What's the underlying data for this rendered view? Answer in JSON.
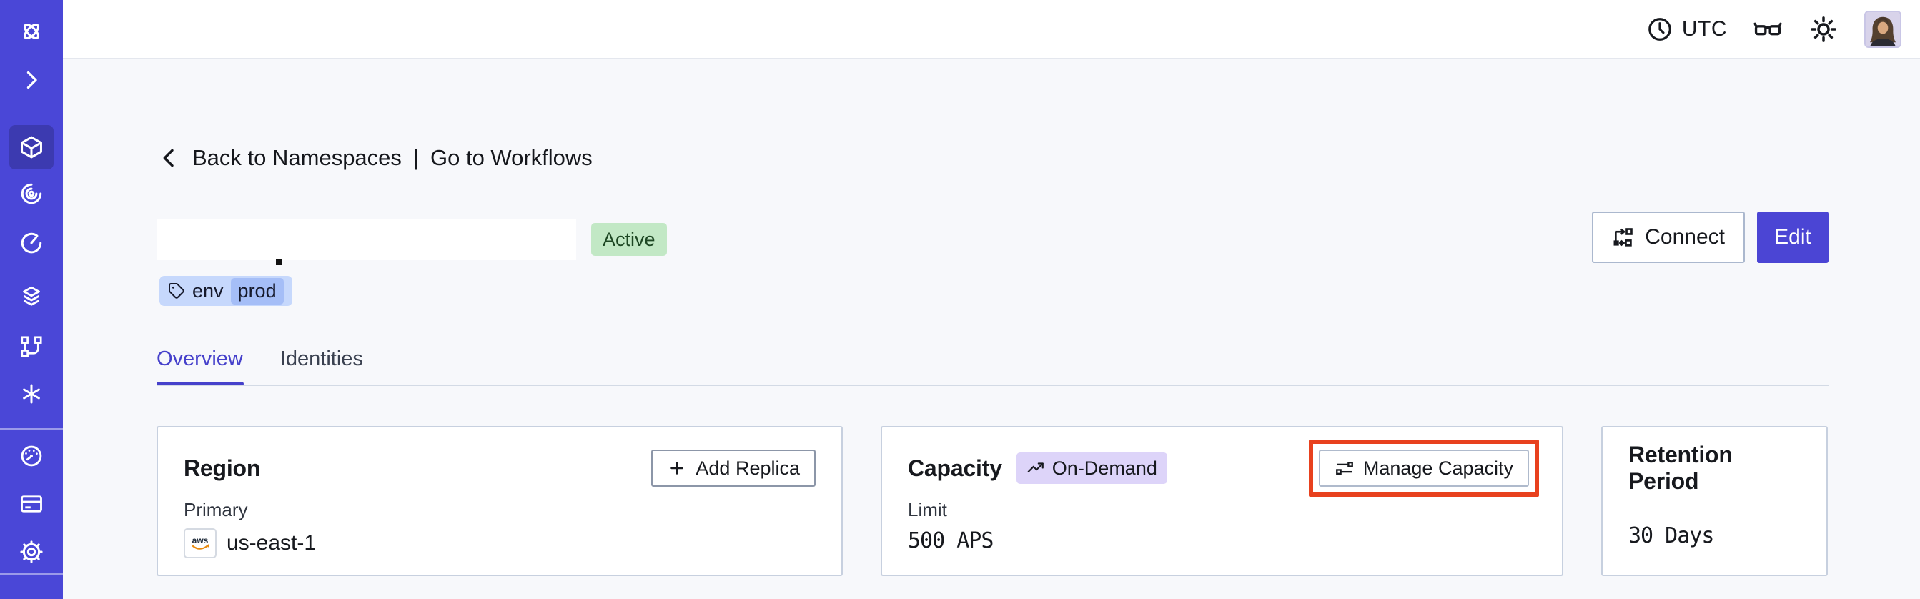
{
  "header": {
    "timezone_label": "UTC",
    "icons": [
      "clock-icon",
      "glasses-icon",
      "sun-icon",
      "user-avatar"
    ]
  },
  "breadcrumb": {
    "back_label": "Back to Namespaces",
    "separator": "|",
    "forward_label": "Go to Workflows"
  },
  "namespace": {
    "status_badge": "Active",
    "tag_key": "env",
    "tag_value": "prod",
    "name_redacted": true
  },
  "toolbar": {
    "connect_label": "Connect",
    "edit_label": "Edit"
  },
  "tabs": [
    {
      "label": "Overview",
      "active": true
    },
    {
      "label": "Identities",
      "active": false
    }
  ],
  "cards": {
    "region": {
      "title": "Region",
      "action_label": "Add Replica",
      "row_label": "Primary",
      "provider": "aws",
      "value": "us-east-1"
    },
    "capacity": {
      "title": "Capacity",
      "badge": "On-Demand",
      "action_label": "Manage Capacity",
      "action_highlighted": true,
      "row_label": "Limit",
      "value": "500 APS"
    },
    "retention": {
      "title": "Retention Period",
      "value": "30 Days"
    }
  },
  "sidebar": {
    "icons": [
      "temporal-logo",
      "expand-chevron",
      "namespaces-cube",
      "workflows-spiral",
      "schedules-timer",
      "nexus-layers",
      "deployments-branch",
      "batch-asterisk",
      "usage-gauge",
      "billing-card",
      "settings-gear",
      "support-circle"
    ],
    "active_item": "namespaces"
  },
  "colors": {
    "sidebar_bg": "#4A47D7",
    "accent_indigo": "#4B45D4",
    "highlight_red": "#E8411E",
    "status_green_bg": "#C2E8C5",
    "tag_blue_bg": "#C6D8FC",
    "tag_blue_inner": "#A5BEF7",
    "ondemand_purple_bg": "#DDD4F9",
    "content_bg": "#F7F8FB"
  }
}
